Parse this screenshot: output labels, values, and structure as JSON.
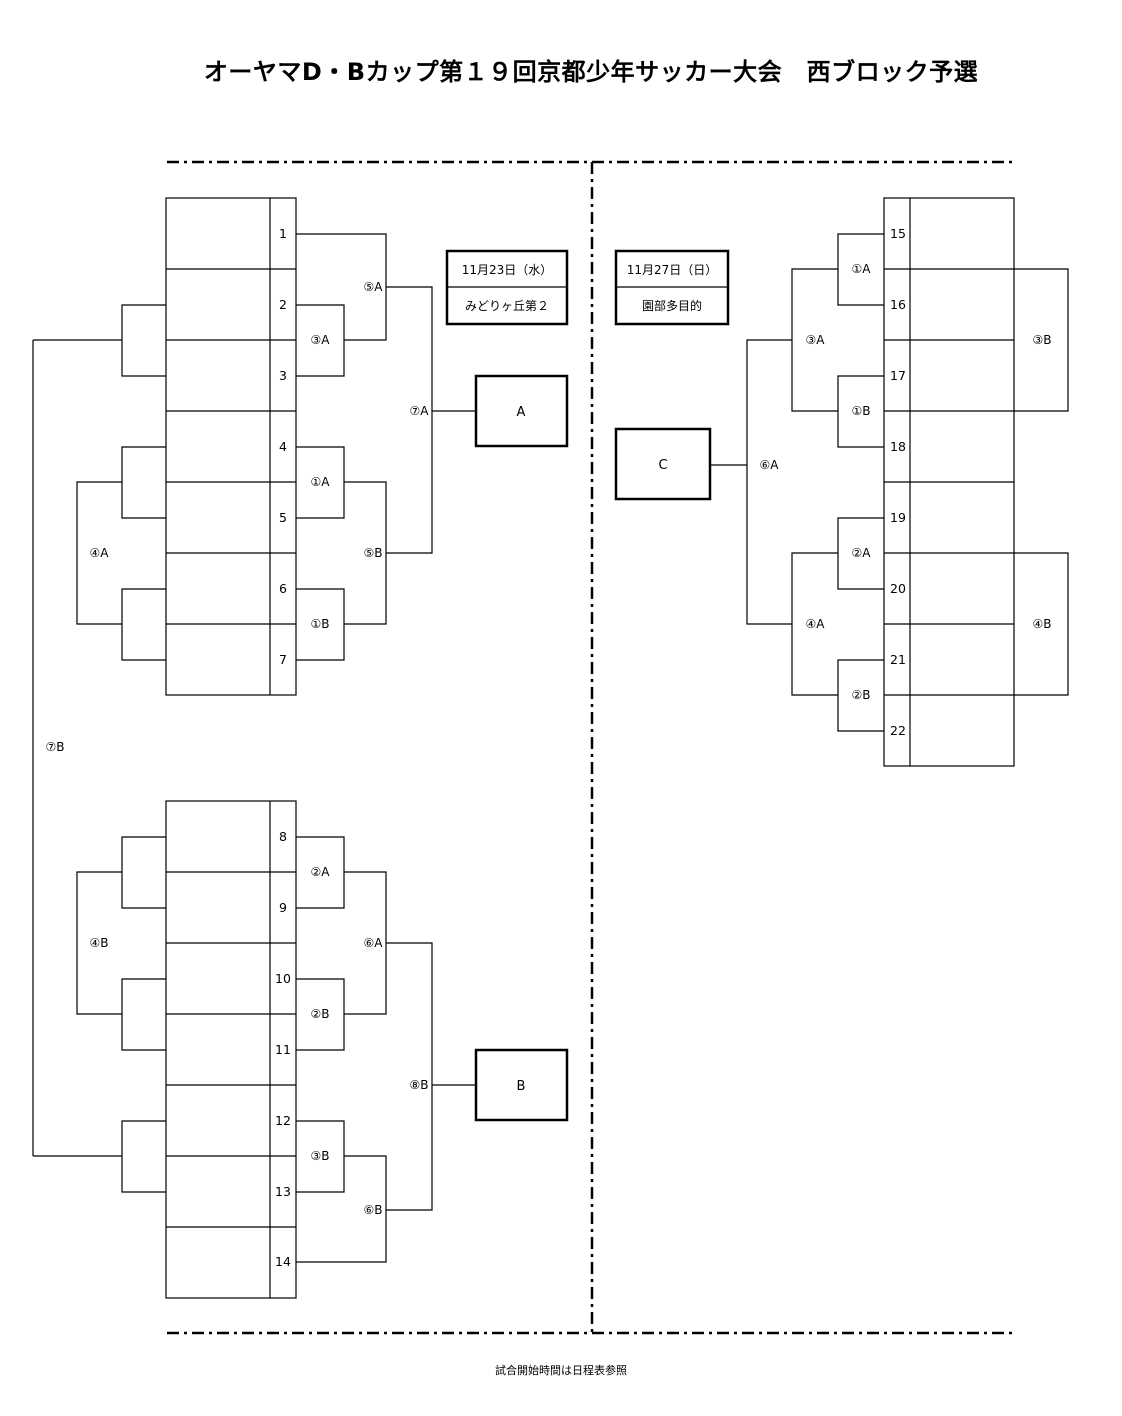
{
  "title": "オーヤマD・Bカップ第１９回京都少年サッカー大会　西ブロック予選",
  "footer_note": "試合開始時間は日程表参照",
  "venues": {
    "left": {
      "date": "11月23日（水）",
      "place": "みどりヶ丘第２"
    },
    "right": {
      "date": "11月27日（日）",
      "place": "園部多目的"
    }
  },
  "results": {
    "a": "A",
    "b": "B",
    "c": "C"
  },
  "team_numbers": [
    "1",
    "2",
    "3",
    "4",
    "5",
    "6",
    "7",
    "8",
    "9",
    "10",
    "11",
    "12",
    "13",
    "14",
    "15",
    "16",
    "17",
    "18",
    "19",
    "20",
    "21",
    "22"
  ],
  "matches": {
    "m1a": "①A",
    "m1b": "①B",
    "m2a": "②A",
    "m2b": "②B",
    "m3a": "③A",
    "m3b": "③B",
    "m4a": "④A",
    "m4b": "④B",
    "m5a": "⑤A",
    "m5b": "⑤B",
    "m6a": "⑥A",
    "m6b": "⑥B",
    "m7a": "⑦A",
    "m7b": "⑦B",
    "m8b": "⑧B"
  }
}
